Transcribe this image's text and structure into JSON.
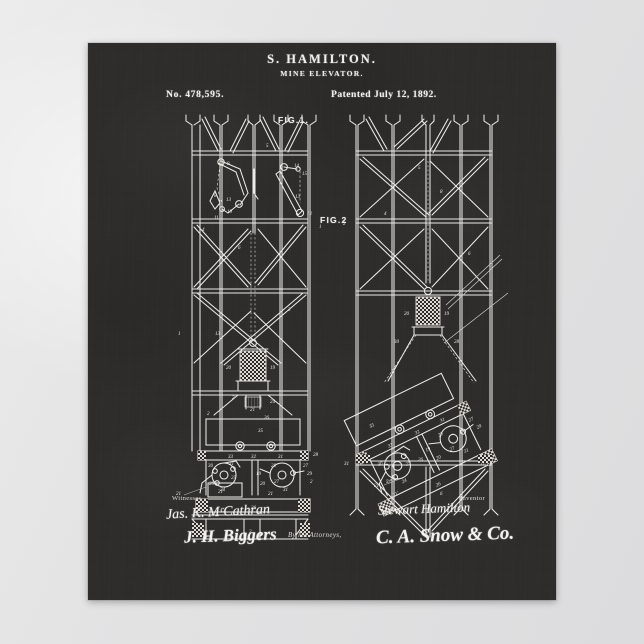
{
  "poster": {
    "background_color": "#2e2c2a",
    "ink_color": "#f0eeea",
    "mat_color": "#e4e4e5"
  },
  "header": {
    "inventor_name": "S. HAMILTON.",
    "invention_title": "MINE ELEVATOR.",
    "patent_number": "No. 478,595.",
    "patent_date": "Patented July 12, 1892."
  },
  "figures": [
    {
      "label": "FIG.1.",
      "name": "fig1-elevation"
    },
    {
      "label": "FIG.2",
      "name": "fig2-elevation"
    }
  ],
  "signatures": {
    "witnesses_label": "Witnesses",
    "inventor_label": "Inventor",
    "attorneys_label": "By his Attorneys,",
    "witness_1": "Jas. K. MᶜCathran",
    "witness_2": "J. H. Biggers",
    "inventor_signature": "Stewart Hamilton",
    "attorney_signature": "C. A. Snow & Co."
  },
  "fig1_part_numbers": [
    "1",
    "2",
    "3",
    "4",
    "5",
    "6",
    "7",
    "8",
    "9",
    "10",
    "11",
    "12",
    "13",
    "14",
    "15",
    "19",
    "20",
    "21",
    "21'",
    "24",
    "25",
    "26",
    "27",
    "28",
    "29",
    "30",
    "31",
    "32",
    "33",
    "35"
  ],
  "fig2_part_numbers": [
    "1",
    "2",
    "4",
    "5",
    "6",
    "7",
    "8",
    "16",
    "17",
    "18",
    "19",
    "20",
    "21",
    "24",
    "25",
    "26",
    "27",
    "28",
    "29",
    "30",
    "31",
    "32",
    "33",
    "35"
  ]
}
